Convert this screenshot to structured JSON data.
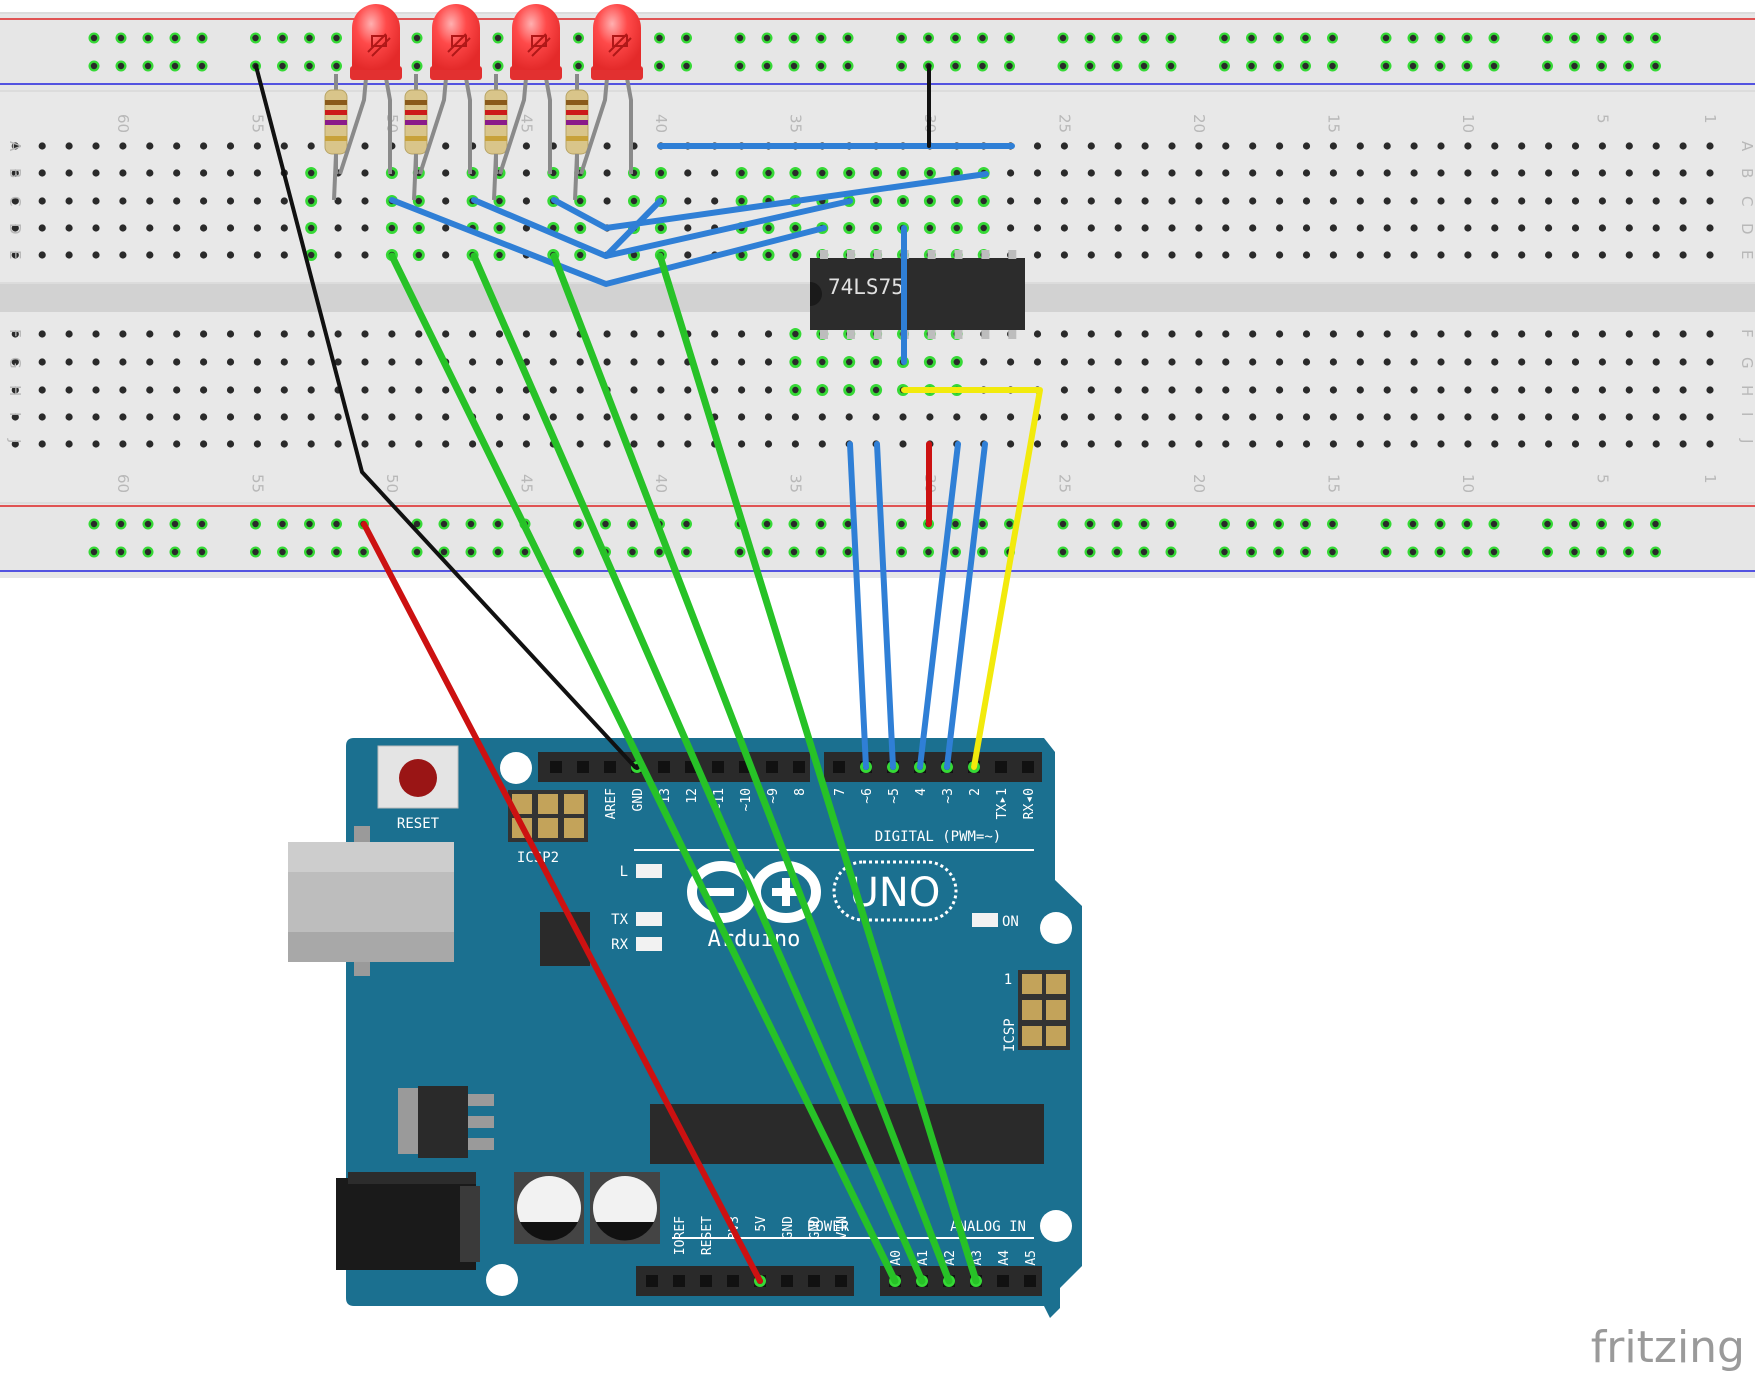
{
  "breadboard": {
    "column_numbers": [
      "60",
      "55",
      "50",
      "45",
      "40",
      "35",
      "30",
      "25",
      "20",
      "15",
      "10",
      "5",
      "1"
    ],
    "row_letters_top": [
      "A",
      "B",
      "C",
      "D",
      "E"
    ],
    "row_letters_bottom": [
      "F",
      "G",
      "H",
      "I",
      "J"
    ]
  },
  "chip": {
    "label": "74LS75"
  },
  "arduino": {
    "model": "UNO",
    "brand": "Arduino",
    "reset_label": "RESET",
    "icsp2_label": "ICSP2",
    "icsp_label": "ICSP",
    "icsp_pin1": "1",
    "digital_header_label": "DIGITAL (PWM=~)",
    "power_header_label": "POWER",
    "analog_header_label": "ANALOG IN",
    "led_labels": {
      "l": "L",
      "tx": "TX",
      "rx": "RX",
      "on": "ON"
    },
    "top_pins_left": [
      "AREF",
      "GND",
      "13",
      "12",
      "~11",
      "~10",
      "~9",
      "8"
    ],
    "top_pins_right": [
      "7",
      "~6",
      "~5",
      "4",
      "~3",
      "2",
      "TX▸1",
      "RX◂0"
    ],
    "power_pins": [
      "IOREF",
      "RESET",
      "3V3",
      "5V",
      "GND",
      "GND",
      "VIN"
    ],
    "analog_pins": [
      "A0",
      "A1",
      "A2",
      "A3",
      "A4",
      "A5"
    ]
  },
  "colors": {
    "wire_blue": "#2f7fd6",
    "wire_green": "#27c227",
    "wire_red": "#cc1111",
    "wire_black": "#111111",
    "wire_yellow": "#f2ea0c",
    "wire_gray": "#8a8a8a",
    "board_teal": "#1b7090",
    "led_red": "#ff4a4a"
  },
  "watermark": "fritzing"
}
